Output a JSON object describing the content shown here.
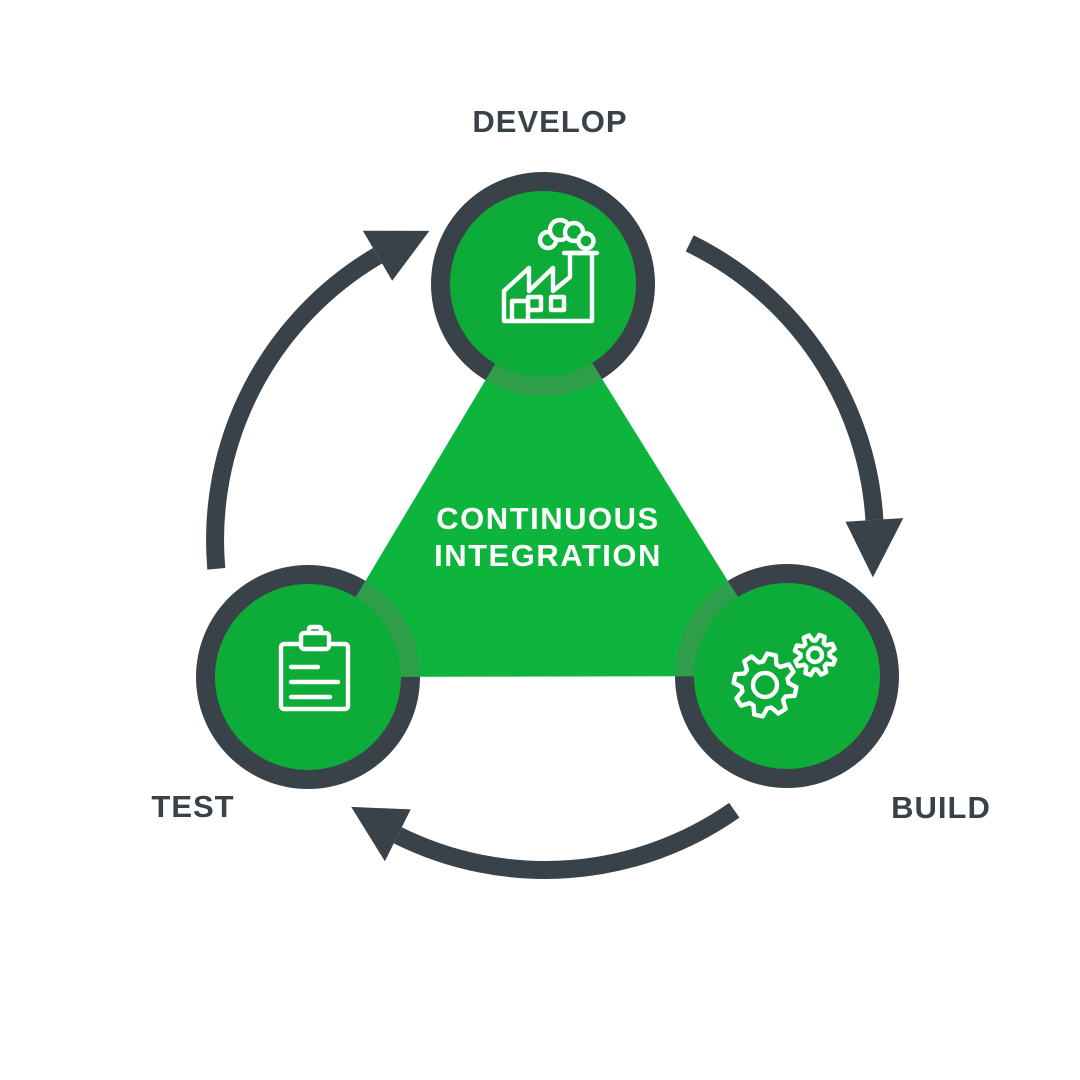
{
  "title": {
    "line1": "CONTINUOUS",
    "line2": "INTEGRATION"
  },
  "nodes": {
    "develop": {
      "label": "DEVELOP",
      "icon": "factory-icon"
    },
    "build": {
      "label": "BUILD",
      "icon": "gears-icon"
    },
    "test": {
      "label": "TEST",
      "icon": "clipboard-icon"
    }
  },
  "flow": [
    {
      "from": "DEVELOP",
      "to": "BUILD"
    },
    {
      "from": "BUILD",
      "to": "TEST"
    },
    {
      "from": "TEST",
      "to": "DEVELOP"
    }
  ],
  "colors": {
    "node_green": "#0DAC38",
    "triangle_green": "#0DB53C",
    "overlap_green": "#2E9E4B",
    "charcoal": "#3A4249",
    "icon_white": "#FFFFFF",
    "background": "#FFFFFF"
  }
}
